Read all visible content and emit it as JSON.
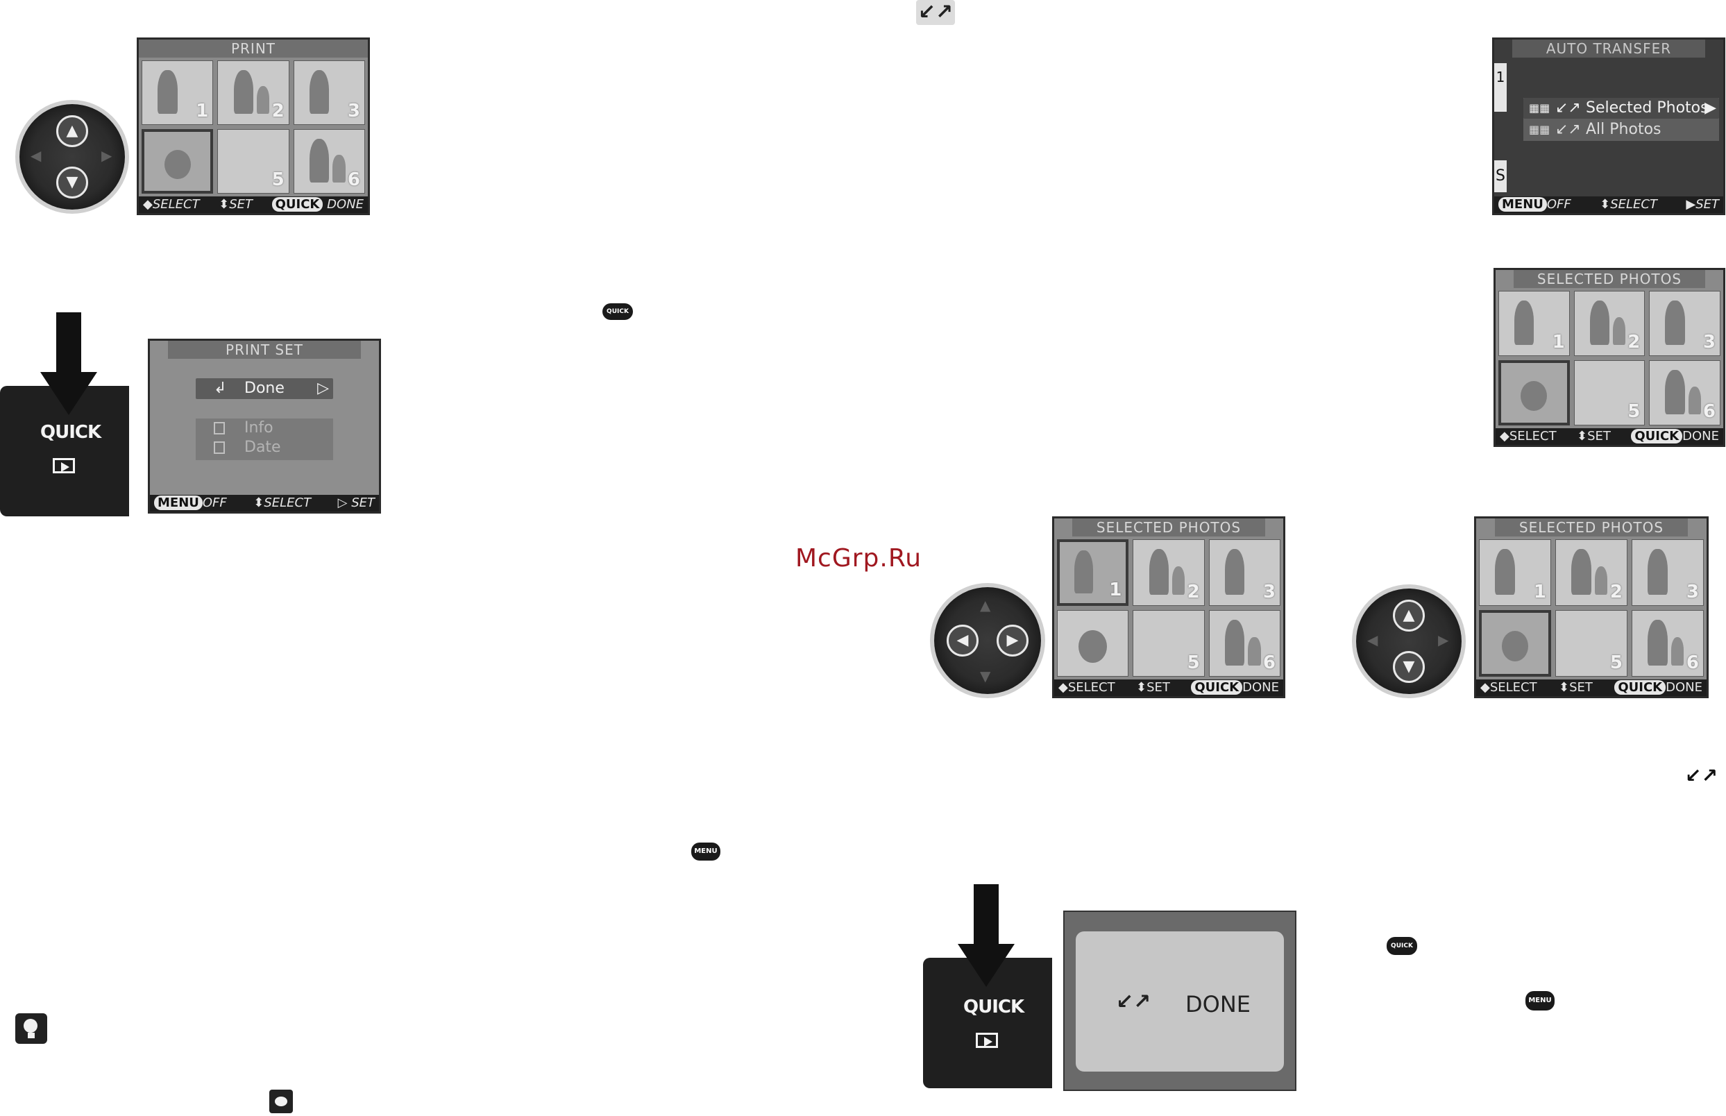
{
  "watermark": "McGrp.Ru",
  "print_screen": {
    "title": "PRINT",
    "thumb_numbers": [
      "1",
      "2",
      "3",
      "",
      "5",
      "6"
    ],
    "footer": {
      "select": "SELECT",
      "set": "SET",
      "quick": "QUICK",
      "done": "DONE"
    }
  },
  "print_set_screen": {
    "title": "PRINT SET",
    "items": [
      {
        "label": "Done",
        "highlighted": true
      },
      {
        "label": "Info",
        "highlighted": false
      },
      {
        "label": "Date",
        "highlighted": false
      }
    ],
    "footer": {
      "menu": "MENU",
      "off": "OFF",
      "select": "SELECT",
      "set": "SET"
    }
  },
  "camera_button": {
    "label": "QUICK"
  },
  "auto_transfer_screen": {
    "title": "AUTO TRANSFER",
    "side_letters": [
      "1",
      "S"
    ],
    "items": [
      {
        "label": "Selected Photos",
        "highlighted": true
      },
      {
        "label": "All Photos",
        "highlighted": false
      }
    ],
    "footer": {
      "menu": "MENU",
      "off": "OFF",
      "select": "SELECT",
      "set": "SET"
    }
  },
  "selected_photos_screens": [
    {
      "title": "SELECTED PHOTOS",
      "thumb_numbers": [
        "1",
        "2",
        "3",
        "",
        "5",
        "6"
      ],
      "footer": {
        "select": "SELECT",
        "set": "SET",
        "quick": "QUICK",
        "done": "DONE"
      }
    },
    {
      "title": "SELECTED PHOTOS",
      "thumb_numbers": [
        "1",
        "2",
        "3",
        "",
        "5",
        "6"
      ],
      "footer": {
        "select": "SELECT",
        "set": "SET",
        "quick": "QUICK",
        "done": "DONE"
      }
    },
    {
      "title": "SELECTED PHOTOS",
      "thumb_numbers": [
        "1",
        "2",
        "3",
        "",
        "5",
        "6"
      ],
      "footer": {
        "select": "SELECT",
        "set": "SET",
        "quick": "QUICK",
        "done": "DONE"
      }
    }
  ],
  "done_screen": {
    "text": "DONE"
  },
  "icons": {
    "quick_badge": "QUICK",
    "menu_badge": "MENU"
  }
}
